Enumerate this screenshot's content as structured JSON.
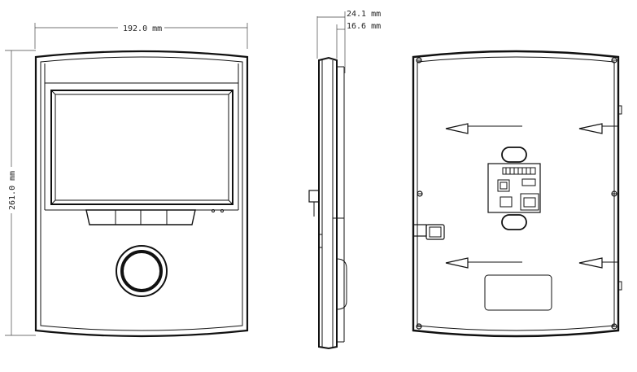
{
  "dimensions": {
    "width": "192.0 mm",
    "height": "261.0 mm",
    "depth_total": "24.1 mm",
    "depth_body": "16.6 mm"
  },
  "colors": {
    "line": "#111111",
    "dim_line": "#555555",
    "background": "#ffffff"
  }
}
